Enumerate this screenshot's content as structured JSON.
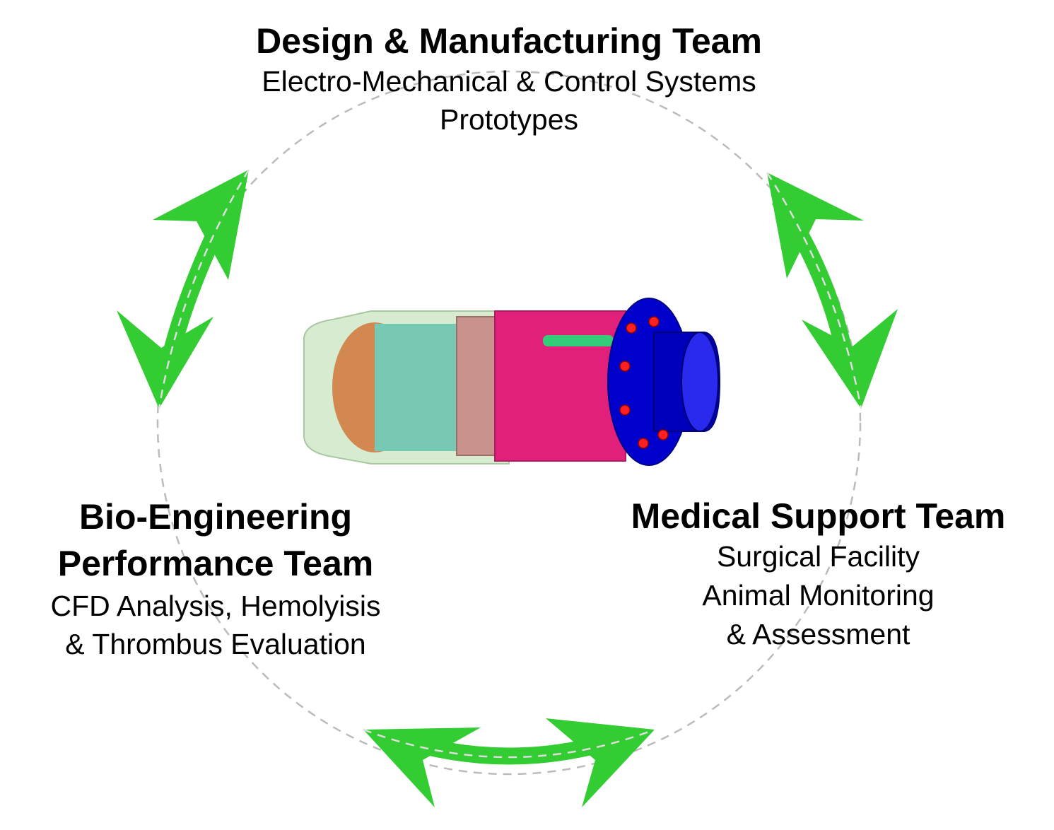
{
  "colors": {
    "arrow": "#33cc33",
    "circle": "#bbbbbb",
    "pump_front": "#0000cc",
    "pump_body": "#e0207a",
    "pump_rear": "#77c9b4",
    "bolts": "#ff2020"
  },
  "teams": {
    "top": {
      "title": "Design & Manufacturing Team",
      "lines": [
        "Electro-Mechanical & Control Systems",
        "Prototypes"
      ]
    },
    "left": {
      "title_lines": [
        "Bio-Engineering",
        "Performance Team"
      ],
      "lines": [
        "CFD Analysis, Hemolyisis",
        "& Thrombus Evaluation"
      ]
    },
    "right": {
      "title": "Medical Support Team",
      "lines": [
        "Surgical Facility",
        "Animal Monitoring",
        "& Assessment"
      ]
    }
  }
}
